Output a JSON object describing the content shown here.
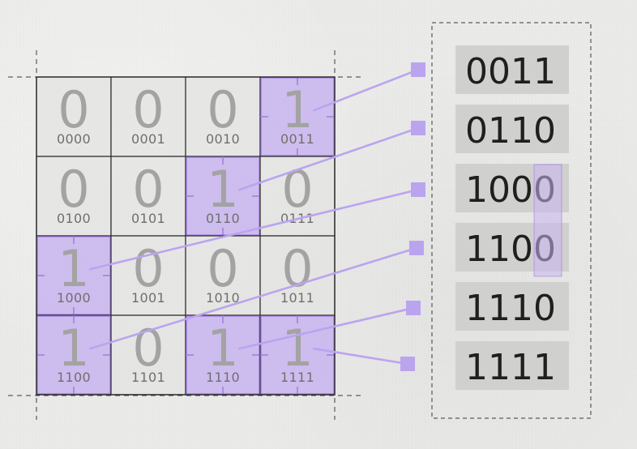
{
  "colors": {
    "highlight_fill": "#c8b4ee",
    "highlight_stroke": "#9b79dc",
    "connector": "#bba4ee",
    "cell_fill": "#e3e3e2",
    "list_box": "#d0d0cf"
  },
  "grid": {
    "cells": [
      {
        "value": "0",
        "code": "0000",
        "highlighted": false
      },
      {
        "value": "0",
        "code": "0001",
        "highlighted": false
      },
      {
        "value": "0",
        "code": "0010",
        "highlighted": false
      },
      {
        "value": "1",
        "code": "0011",
        "highlighted": true
      },
      {
        "value": "0",
        "code": "0100",
        "highlighted": false
      },
      {
        "value": "0",
        "code": "0101",
        "highlighted": false
      },
      {
        "value": "1",
        "code": "0110",
        "highlighted": true
      },
      {
        "value": "0",
        "code": "0111",
        "highlighted": false
      },
      {
        "value": "1",
        "code": "1000",
        "highlighted": true
      },
      {
        "value": "0",
        "code": "1001",
        "highlighted": false
      },
      {
        "value": "0",
        "code": "1010",
        "highlighted": false
      },
      {
        "value": "0",
        "code": "1011",
        "highlighted": false
      },
      {
        "value": "1",
        "code": "1100",
        "highlighted": true
      },
      {
        "value": "0",
        "code": "1101",
        "highlighted": false
      },
      {
        "value": "1",
        "code": "1110",
        "highlighted": true
      },
      {
        "value": "1",
        "code": "1111",
        "highlighted": true
      }
    ]
  },
  "list": {
    "items": [
      "0011",
      "0110",
      "1000",
      "1100",
      "1110",
      "1111"
    ]
  }
}
